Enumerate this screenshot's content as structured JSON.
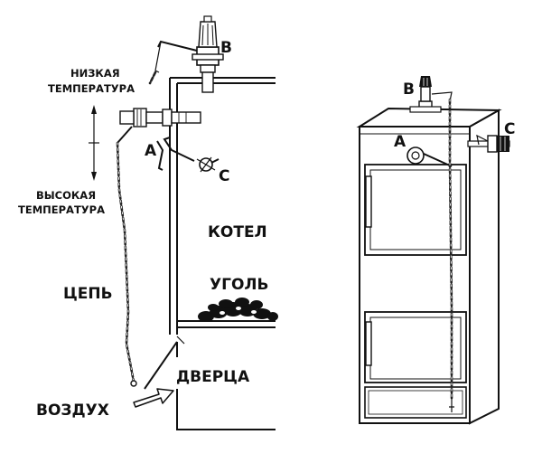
{
  "labels": {
    "low_temp_1": "НИЗКАЯ",
    "low_temp_2": "ТЕМПЕРАТУРА",
    "high_temp_1": "ВЫСОКАЯ",
    "high_temp_2": "ТЕМПЕРАТУРА",
    "boiler": "КОТЕЛ",
    "coal": "УГОЛЬ",
    "chain": "ЦЕПЬ",
    "door": "ДВЕРЦА",
    "air": "ВОЗДУХ",
    "b_left": "B",
    "a_left": "A",
    "c_left": "C",
    "b_right": "B",
    "a_right": "A",
    "c_right": "C"
  }
}
